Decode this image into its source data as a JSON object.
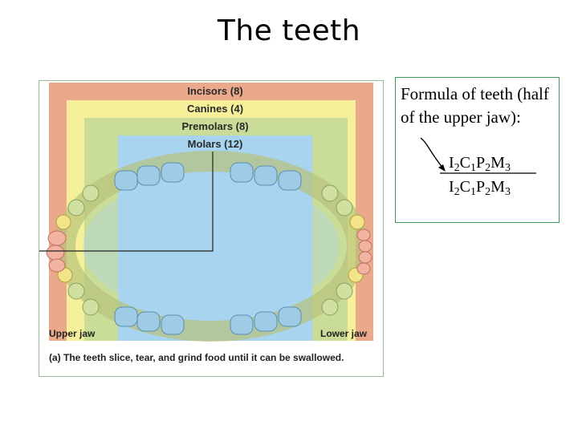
{
  "title": "The teeth",
  "figure": {
    "bands": [
      {
        "label": "Incisors (8)",
        "color": "#e89a78"
      },
      {
        "label": "Canines (4)",
        "color": "#f7f09a"
      },
      {
        "label": "Premolars (8)",
        "color": "#c9dc98"
      },
      {
        "label": "Molars (12)",
        "color": "#a8d4f0"
      }
    ],
    "upper_jaw_label": "Upper jaw",
    "lower_jaw_label": "Lower jaw",
    "caption_prefix": "(a)",
    "caption_text": "The teeth slice, tear, and grind food until it can be swallowed.",
    "colors": {
      "incisor_tooth": "#f2b3a0",
      "canine_tooth": "#f3e48a",
      "premolar_tooth": "#cfe0a0",
      "molar_tooth": "#9fcbe6",
      "gum": "#c7cf8f"
    }
  },
  "formula": {
    "text": "Formula of teeth (half of the upper jaw):",
    "upper": [
      {
        "letter": "I",
        "num": "2"
      },
      {
        "letter": "C",
        "num": "1"
      },
      {
        "letter": "P",
        "num": "2"
      },
      {
        "letter": "M",
        "num": "3"
      }
    ],
    "lower": [
      {
        "letter": "I",
        "num": "2"
      },
      {
        "letter": "C",
        "num": "1"
      },
      {
        "letter": "P",
        "num": "2"
      },
      {
        "letter": "M",
        "num": "3"
      }
    ]
  }
}
